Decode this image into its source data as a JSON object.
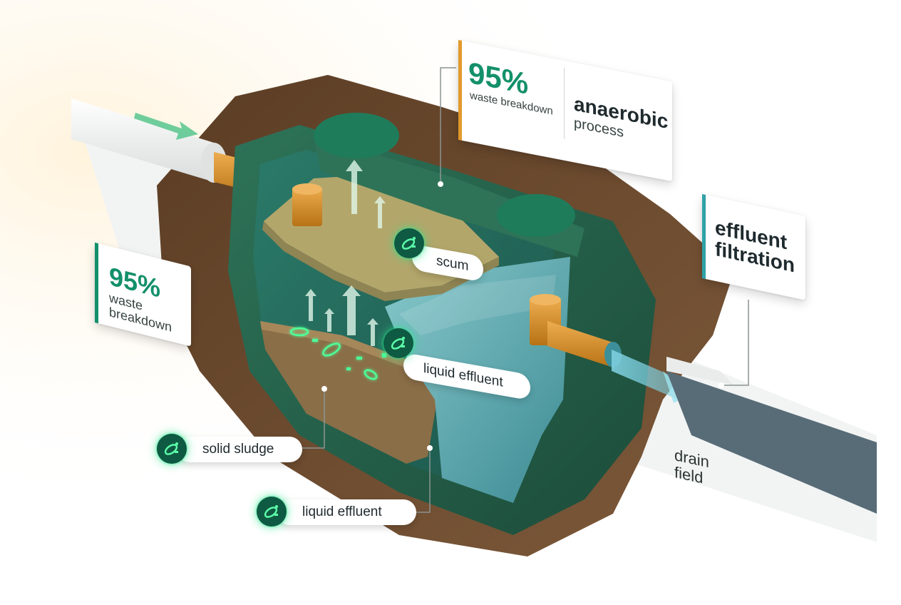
{
  "callouts": {
    "top_stat": {
      "value": "95%",
      "label": "waste breakdown"
    },
    "top_process": {
      "line1": "anaerobic",
      "line2": "process"
    },
    "left_stat": {
      "value": "95%",
      "line1": "waste",
      "line2": "breakdown"
    },
    "effluent_filtration": {
      "line1": "effluent",
      "line2": "filtration"
    }
  },
  "layer_labels": {
    "scum": "scum",
    "liquid_effluent_tank": "liquid effluent",
    "solid_sludge": "solid sludge",
    "liquid_effluent_bottom": "liquid effluent"
  },
  "drain_field": {
    "line1": "drain",
    "line2": "field"
  },
  "colors": {
    "tank_green": "#2b6a52",
    "accent_green": "#13906a",
    "accent_orange": "#e29a2d",
    "accent_teal": "#2fa2a8",
    "pipe_orange": "#d98e28",
    "soil_brown": "#7a5535",
    "water": "#4d9ba6",
    "scum": "#b3a66b"
  },
  "icons": [
    "bacteria-icon",
    "flow-arrow-icon"
  ]
}
